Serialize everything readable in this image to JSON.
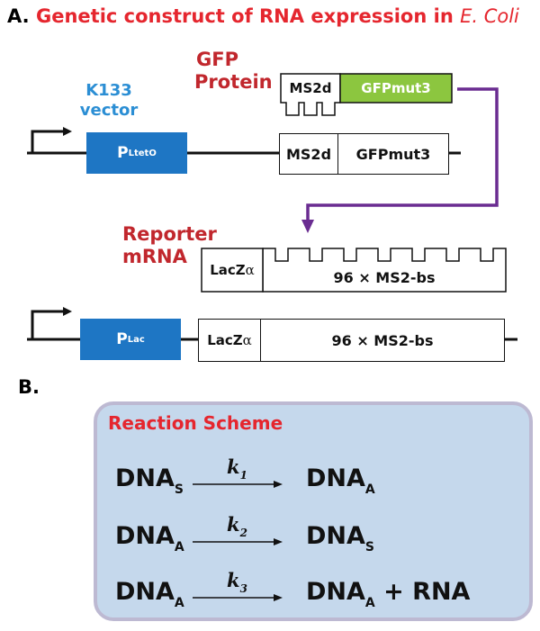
{
  "part_a": {
    "label": "A.",
    "title_prefix": "Genetic construct of RNA expression in ",
    "title_italic": "E. Coli",
    "vector_label_line1": "K133",
    "vector_label_line2": "vector",
    "protein_label_line1": "GFP",
    "protein_label_line2": "Protein",
    "reporter_label_line1": "Reporter",
    "reporter_label_line2": "mRNA",
    "promoter1_main": "P",
    "promoter1_sub": "LtetO",
    "promoter2_main": "P",
    "promoter2_sub": "Lac",
    "ms2d": "MS2d",
    "gfpmut3": "GFPmut3",
    "lacz": "LacZ",
    "alpha": "α",
    "ms2bs": "96 × MS2-bs"
  },
  "part_b": {
    "label": "B.",
    "scheme_title": "Reaction Scheme",
    "reactions": [
      {
        "left": "DNA",
        "left_sub": "S",
        "rate": "k",
        "rate_sub": "1",
        "right": "DNA",
        "right_sub": "A",
        "right_extra": ""
      },
      {
        "left": "DNA",
        "left_sub": "A",
        "rate": "k",
        "rate_sub": "2",
        "right": "DNA",
        "right_sub": "S",
        "right_extra": ""
      },
      {
        "left": "DNA",
        "left_sub": "A",
        "rate": "k",
        "rate_sub": "3",
        "right": "DNA",
        "right_sub": "A",
        "right_extra": " + RNA"
      }
    ]
  },
  "colors": {
    "title_red": "#e5262e",
    "label_red": "#c1272d",
    "vector_blue": "#2b8ed4",
    "promoter_blue": "#1e76c4",
    "gfp_green": "#8cc63f",
    "arrow_purple": "#6a2c91",
    "panel_fill": "#c5d8ec",
    "panel_border": "#bdb9d2"
  }
}
